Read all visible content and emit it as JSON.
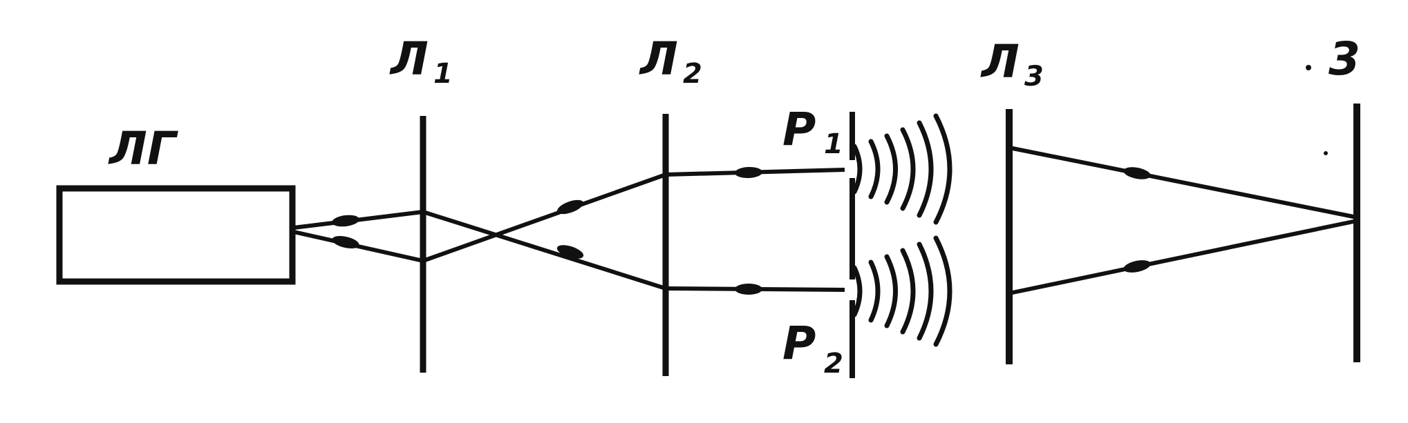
{
  "colors": {
    "ink": "#111111",
    "background": "#ffffff"
  },
  "labels": {
    "laser": "ЛГ",
    "lens1": {
      "main": "Л",
      "sub": "1"
    },
    "lens2": {
      "main": "Л",
      "sub": "2"
    },
    "lens3": {
      "main": "Л",
      "sub": "3"
    },
    "slit1": {
      "main": "P",
      "sub": "1"
    },
    "slit2": {
      "main": "P",
      "sub": "2"
    },
    "screen": "3"
  }
}
